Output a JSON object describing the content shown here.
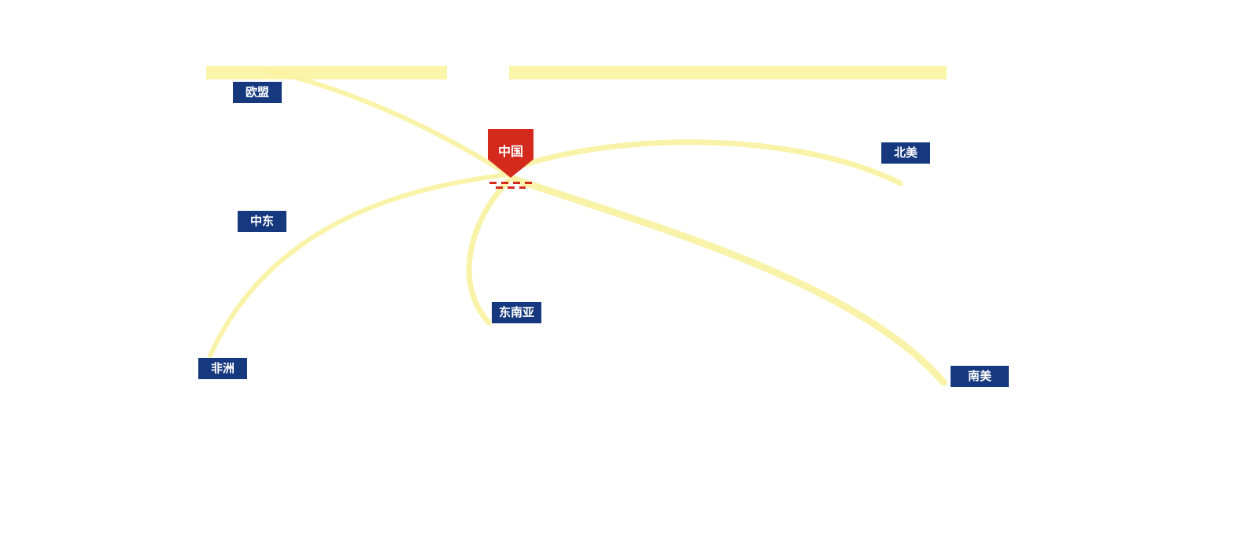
{
  "diagram": {
    "type": "route-map",
    "center": {
      "label": "中国"
    },
    "regions": [
      {
        "id": "eu",
        "label": "欧盟"
      },
      {
        "id": "north-america",
        "label": "北美"
      },
      {
        "id": "middle-east",
        "label": "中东"
      },
      {
        "id": "southeast-asia",
        "label": "东南亚"
      },
      {
        "id": "africa",
        "label": "非洲"
      },
      {
        "id": "south-america",
        "label": "南美"
      }
    ],
    "connections": [
      {
        "from": "中国",
        "to": "欧盟"
      },
      {
        "from": "中国",
        "to": "北美"
      },
      {
        "from": "中国",
        "to": "中东"
      },
      {
        "from": "中国",
        "to": "东南亚"
      },
      {
        "from": "中国",
        "to": "非洲"
      },
      {
        "from": "中国",
        "to": "南美"
      }
    ],
    "colors": {
      "route_yellow": "#f8f2a2",
      "bar_yellow": "#faf5a8",
      "label_blue": "#15387e",
      "china_red": "#d42a1e",
      "label_text": "#ffffff"
    }
  }
}
